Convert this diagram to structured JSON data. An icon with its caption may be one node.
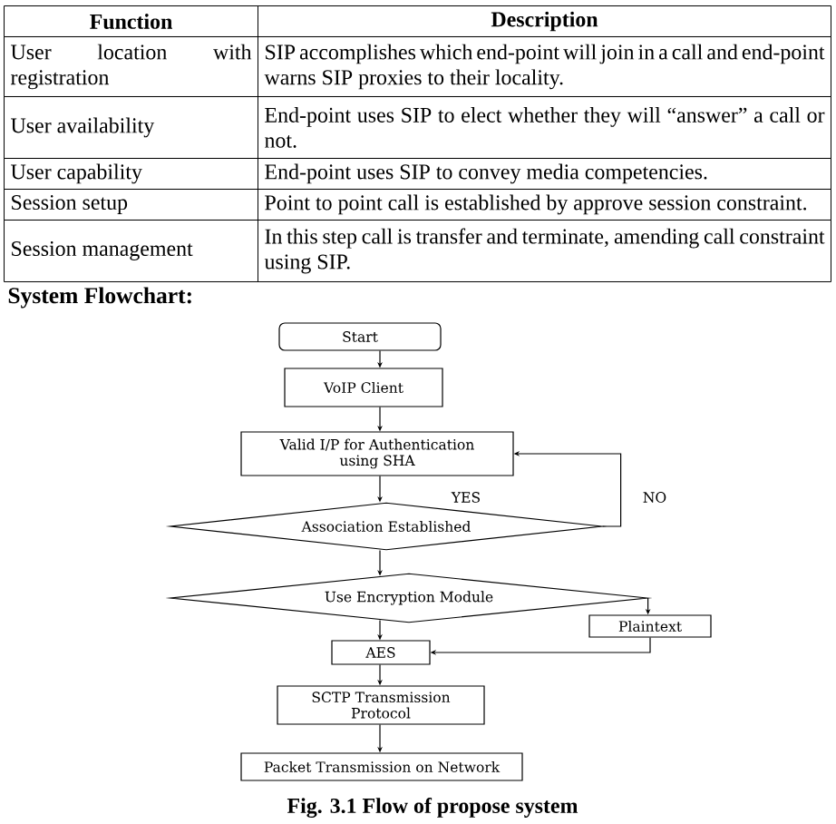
{
  "diagram": {
    "title": "System Flowchart:",
    "caption": "Fig. 3.1 Flow of propose system",
    "nodes": [
      {
        "text": [
          "Start"
        ]
      },
      {
        "text": [
          "VoIP Client"
        ]
      },
      {
        "text": [
          "Valid I/P for Authentication using SHA"
        ]
      },
      {
        "text": [
          "Association Established"
        ]
      },
      {
        "text": [
          "Use Encryption Module"
        ]
      },
      {
        "text": [
          "Plaintext"
        ]
      },
      {
        "text": [
          "AES"
        ]
      },
      {
        "text": [
          "SCTP Transmission Protocol"
        ]
      },
      {
        "text": [
          "Packet Transmission on Network"
        ]
      }
    ],
    "edges": [
      {
        "from": 0,
        "to": 1,
        "arrow": "to"
      },
      {
        "from": 1,
        "to": 2,
        "arrow": "to"
      },
      {
        "from": 2,
        "to": 3,
        "arrow": "to"
      },
      {
        "from": 3,
        "to": 2,
        "arrow": "to",
        "label": "NO"
      },
      {
        "from": 3,
        "to": 4,
        "arrow": "to"
      },
      {
        "from": 4,
        "to": 6,
        "arrow": "to"
      },
      {
        "from": 4,
        "to": 5,
        "arrow": "to"
      },
      {
        "from": 5,
        "to": 6,
        "arrow": "to"
      },
      {
        "from": 6,
        "to": 7,
        "arrow": "to"
      },
      {
        "from": 7,
        "to": 8,
        "arrow": "to"
      }
    ],
    "labels": [
      "Function",
      "Description",
      "User location with registration",
      "SIP accomplishes which end-point will join in a call and end-point warns SIP proxies to their locality.",
      "User availability",
      "End-point uses SIP to elect whether they will “answer” a call or not.",
      "User capability",
      "End-point uses SIP to convey media competencies.",
      "Session setup",
      "Point to point call is established by approve session constraint.",
      "Session management",
      "In this step call is transfer and terminate, amending call constraint using SIP.",
      "YES"
    ]
  }
}
